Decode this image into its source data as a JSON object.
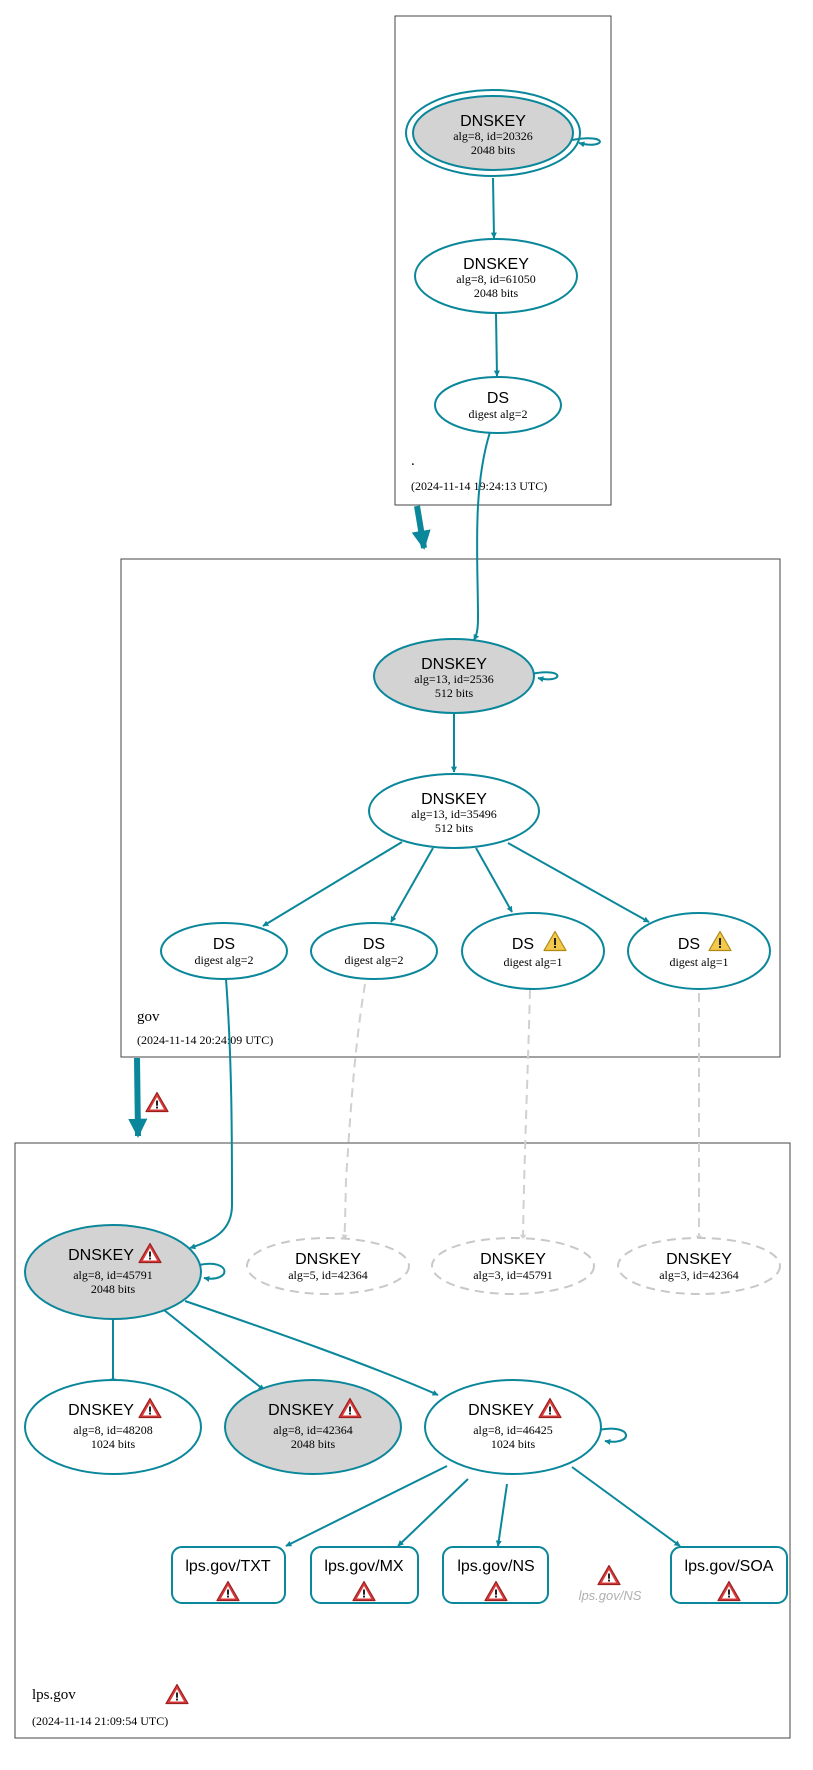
{
  "colors": {
    "edge": "#0a879a",
    "ghost_edge": "#d0d0d0",
    "selfsign_fill": "#d3d3d3",
    "error_icon": "#d93a3a",
    "warning_icon": "#f2c94c"
  },
  "zones": {
    "root": {
      "name": ".",
      "timestamp": "(2024-11-14 19:24:13 UTC)"
    },
    "gov": {
      "name": "gov",
      "timestamp": "(2024-11-14 20:24:09 UTC)"
    },
    "lps": {
      "name": "lps.gov",
      "timestamp": "(2024-11-14 21:09:54 UTC)",
      "status_icon": "error-icon"
    }
  },
  "nodes": {
    "root_ksk": {
      "title": "DNSKEY",
      "line1": "alg=8, id=20326",
      "line2": "2048 bits"
    },
    "root_zsk": {
      "title": "DNSKEY",
      "line1": "alg=8, id=61050",
      "line2": "2048 bits"
    },
    "root_ds": {
      "title": "DS",
      "line1": "digest alg=2"
    },
    "gov_ksk": {
      "title": "DNSKEY",
      "line1": "alg=13, id=2536",
      "line2": "512 bits"
    },
    "gov_zsk": {
      "title": "DNSKEY",
      "line1": "alg=13, id=35496",
      "line2": "512 bits"
    },
    "gov_ds1": {
      "title": "DS",
      "line1": "digest alg=2"
    },
    "gov_ds2": {
      "title": "DS",
      "line1": "digest alg=2"
    },
    "gov_ds3": {
      "title": "DS",
      "line1": "digest alg=1",
      "icon": "warning-icon"
    },
    "gov_ds4": {
      "title": "DS",
      "line1": "digest alg=1",
      "icon": "warning-icon"
    },
    "lps_ksk": {
      "title": "DNSKEY",
      "line1": "alg=8, id=45791",
      "line2": "2048 bits",
      "icon": "error-icon"
    },
    "lps_missing1": {
      "title": "DNSKEY",
      "line1": "alg=5, id=42364"
    },
    "lps_missing2": {
      "title": "DNSKEY",
      "line1": "alg=3, id=45791"
    },
    "lps_missing3": {
      "title": "DNSKEY",
      "line1": "alg=3, id=42364"
    },
    "lps_key_48208": {
      "title": "DNSKEY",
      "line1": "alg=8, id=48208",
      "line2": "1024 bits",
      "icon": "error-icon"
    },
    "lps_key_42364": {
      "title": "DNSKEY",
      "line1": "alg=8, id=42364",
      "line2": "2048 bits",
      "icon": "error-icon"
    },
    "lps_key_46425": {
      "title": "DNSKEY",
      "line1": "alg=8, id=46425",
      "line2": "1024 bits",
      "icon": "error-icon"
    }
  },
  "rrsets": {
    "txt": {
      "label": "lps.gov/TXT",
      "icon": "error-icon"
    },
    "mx": {
      "label": "lps.gov/MX",
      "icon": "error-icon"
    },
    "ns": {
      "label": "lps.gov/NS",
      "icon": "error-icon"
    },
    "ns_ghost": {
      "label": "lps.gov/NS",
      "icon": "error-icon"
    },
    "soa": {
      "label": "lps.gov/SOA",
      "icon": "error-icon"
    }
  },
  "delegations": {
    "gov_to_lps": {
      "icon": "error-icon"
    }
  }
}
